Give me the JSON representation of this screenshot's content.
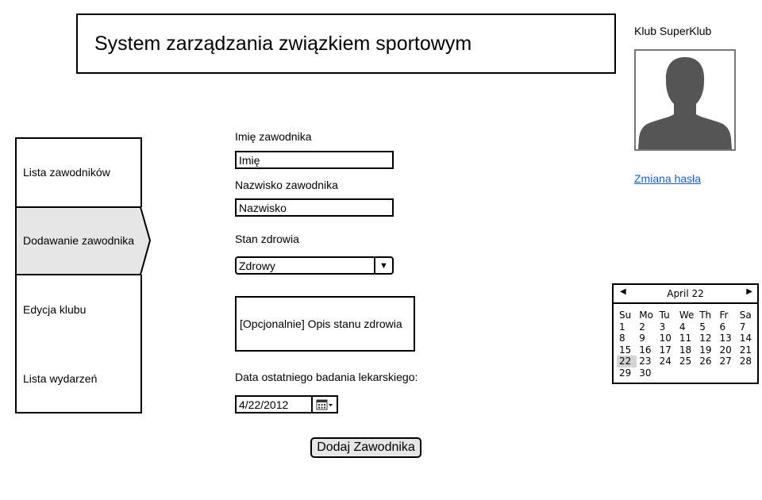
{
  "header": {
    "title": "System zarządzania związkiem sportowym"
  },
  "club": {
    "name": "Klub SuperKlub",
    "change_password": "Zmiana hasła"
  },
  "nav": {
    "items": [
      {
        "label": "Lista zawodników"
      },
      {
        "label": "Dodawanie zawodnika",
        "active": true
      },
      {
        "label": "Edycja klubu"
      },
      {
        "label": "Lista wydarzeń"
      }
    ]
  },
  "form": {
    "first_name_label": "Imię zawodnika",
    "first_name_value": "Imię",
    "last_name_label": "Nazwisko zawodnika",
    "last_name_value": "Nazwisko",
    "health_label": "Stan zdrowia",
    "health_value": "Zdrowy",
    "health_desc": "[Opcjonalnie] Opis stanu zdrowia",
    "exam_date_label": "Data ostatniego badania lekarskiego:",
    "exam_date_value": "4/22/2012",
    "submit_label": "Dodaj Zawodnika"
  },
  "calendar": {
    "month_label": "April 22",
    "weekdays": [
      "Su",
      "Mo",
      "Tu",
      "We",
      "Th",
      "Fr",
      "Sa"
    ],
    "days": [
      "1",
      "2",
      "3",
      "4",
      "5",
      "6",
      "7",
      "8",
      "9",
      "10",
      "11",
      "12",
      "13",
      "14",
      "15",
      "16",
      "17",
      "18",
      "19",
      "20",
      "21",
      "22",
      "23",
      "24",
      "25",
      "26",
      "27",
      "28",
      "29",
      "30"
    ],
    "selected_day": "22"
  },
  "colors": {
    "link": "#1f5fbf",
    "active_nav": "#e6e6e6",
    "avatar": "#555555"
  },
  "icons": [
    "avatar-silhouette-icon",
    "calendar-icon",
    "chevron-down-icon",
    "arrow-left-icon",
    "arrow-right-icon"
  ]
}
